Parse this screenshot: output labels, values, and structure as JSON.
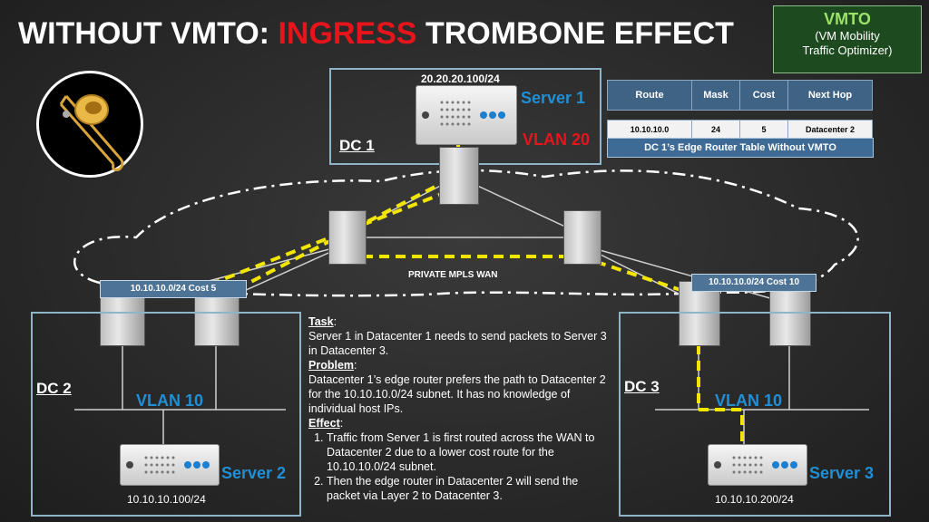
{
  "title": {
    "prefix": "WITHOUT VMTO: ",
    "highlight": "INGRESS",
    "suffix": " TROMBONE EFFECT"
  },
  "vmto": {
    "title": "VMTO",
    "line1": "(VM Mobility",
    "line2": "Traffic Optimizer)"
  },
  "dc1": {
    "label": "DC 1",
    "server_label": "Server 1",
    "vlan": "VLAN 20",
    "ip": "20.20.20.100/24"
  },
  "dc2": {
    "label": "DC 2",
    "server_label": "Server 2",
    "vlan": "VLAN 10",
    "ip": "10.10.10.100/24",
    "route_tag": "10.10.10.0/24 Cost 5"
  },
  "dc3": {
    "label": "DC 3",
    "server_label": "Server 3",
    "vlan": "VLAN 10",
    "ip": "10.10.10.200/24",
    "route_tag": "10.10.10.0/24 Cost 10"
  },
  "wan_label": "PRIVATE MPLS WAN",
  "route_table": {
    "headers": [
      "Route",
      "Mask",
      "Cost",
      "Next Hop"
    ],
    "row": [
      "10.10.10.0",
      "24",
      "5",
      "Datacenter 2"
    ],
    "caption": "DC 1’s Edge Router Table Without VMTO"
  },
  "text": {
    "task_head": "Task",
    "task": "Server 1 in Datacenter 1 needs to send packets to Server 3 in Datacenter 3.",
    "problem_head": "Problem",
    "problem": "Datacenter 1’s edge router prefers the path to Datacenter  2 for the 10.10.10.0/24 subnet. It has no knowledge of individual host IPs.",
    "effect_head": "Effect",
    "effect_items": [
      "Traffic from Server 1 is first routed across the WAN to Datacenter 2 due to a lower cost route for the 10.10.10.0/24 subnet.",
      "Then the edge router in Datacenter 2 will send the packet via Layer 2 to Datacenter 3."
    ]
  }
}
